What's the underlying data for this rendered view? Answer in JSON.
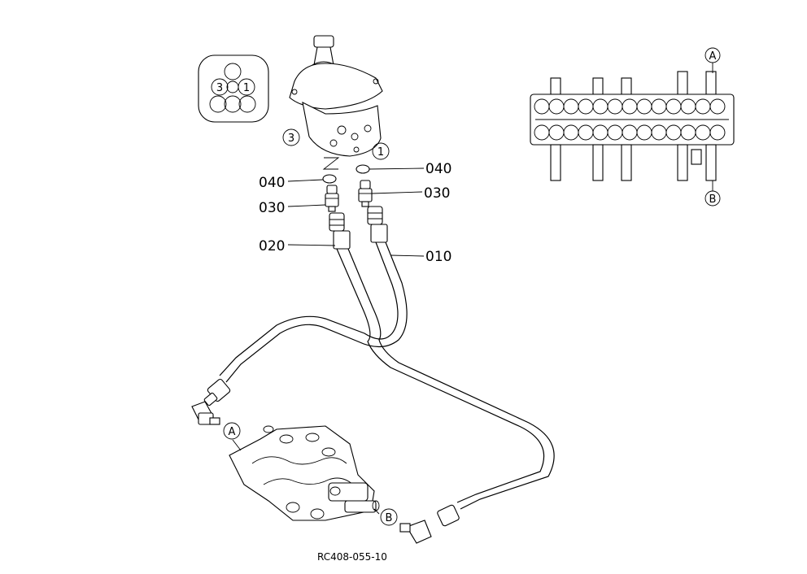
{
  "labels": {
    "o_ring_upper_left": "040",
    "o_ring_upper_right": "040",
    "adapter_left": "030",
    "adapter_right": "030",
    "hose_left": "020",
    "hose_right": "010"
  },
  "circled": {
    "port_1": "1",
    "port_3": "3",
    "inset_port_3": "3",
    "inset_port_1": "1",
    "detail_A": "A",
    "detail_B": "B",
    "valve_A": "A",
    "valve_B": "B"
  },
  "drawing_code": "RC408-055-10"
}
